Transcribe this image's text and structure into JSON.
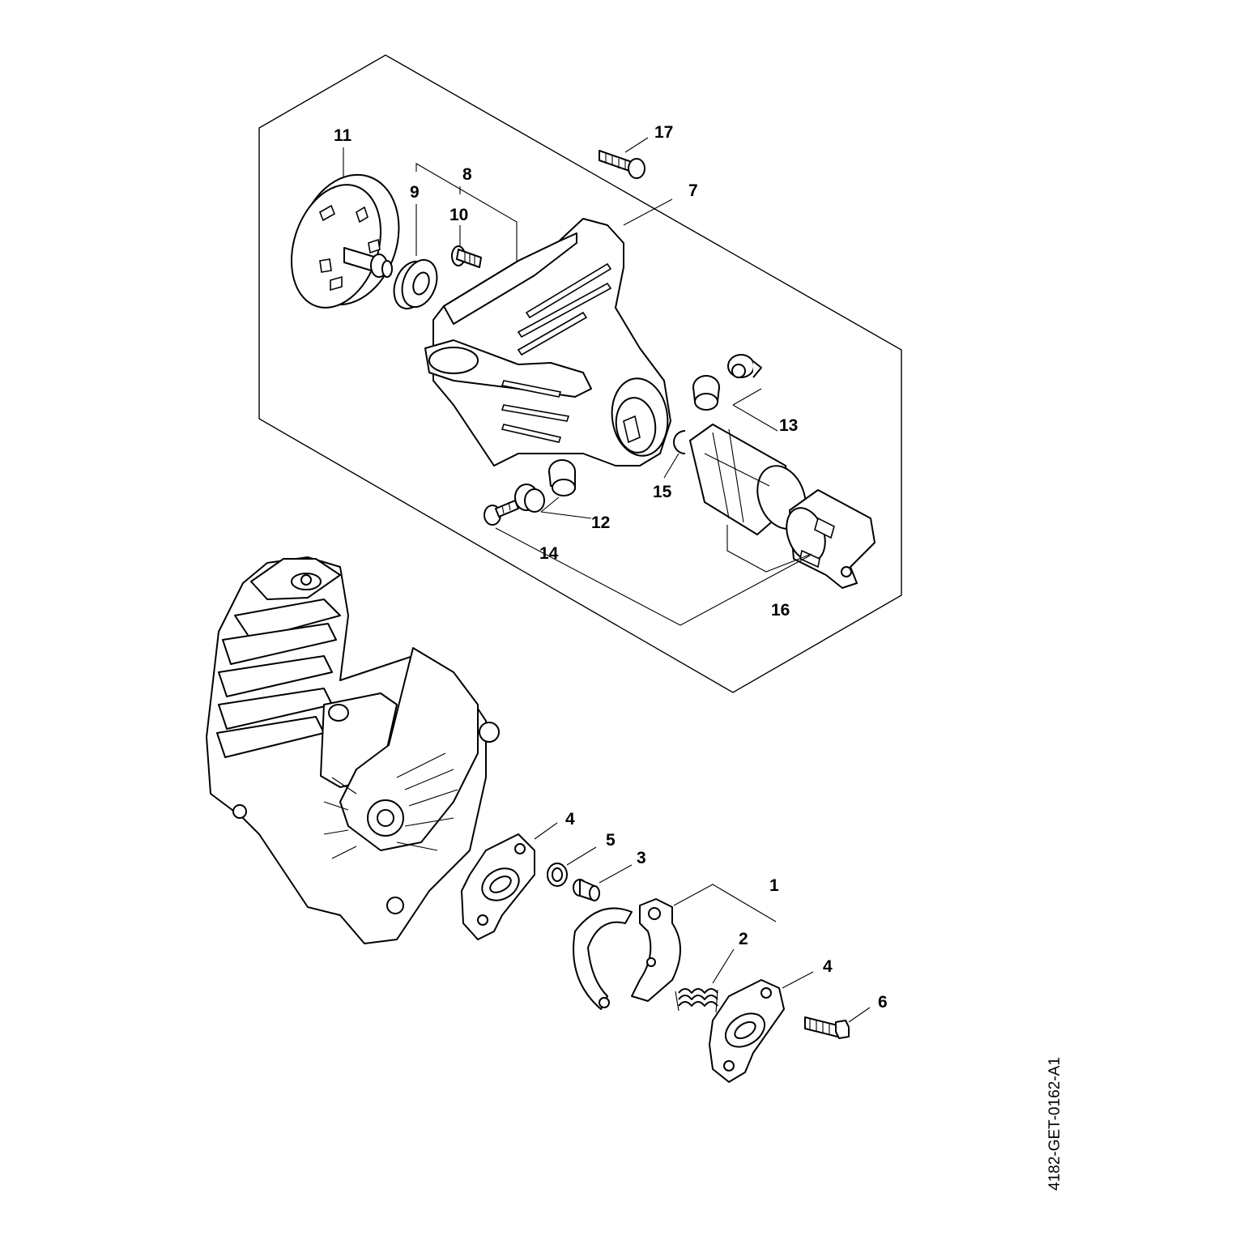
{
  "drawing": {
    "id": "4182-GET-0162-A1"
  },
  "callouts": {
    "c1": "1",
    "c2": "2",
    "c3": "3",
    "c4a": "4",
    "c4b": "4",
    "c5": "5",
    "c6": "6",
    "c7": "7",
    "c8": "8",
    "c9": "9",
    "c10": "10",
    "c11": "11",
    "c12": "12",
    "c13": "13",
    "c14": "14",
    "c15": "15",
    "c16": "16",
    "c17": "17"
  },
  "icons": {
    "engine": "engine-assembly-icon",
    "clutch_drum": "clutch-drum-icon",
    "fan_housing": "fan-housing-icon"
  }
}
